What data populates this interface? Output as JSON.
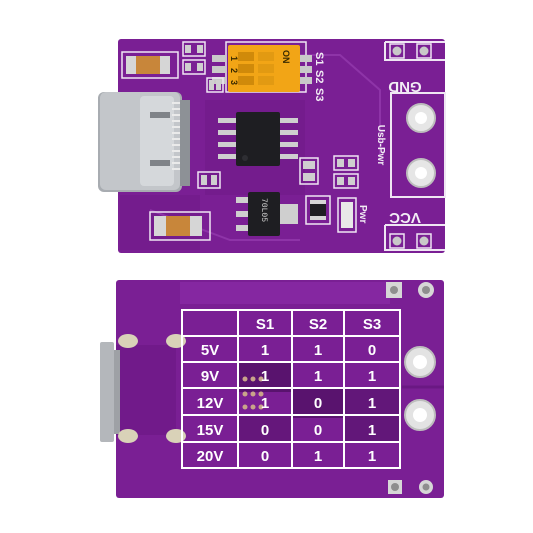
{
  "top_board": {
    "switch_labels": [
      "S1",
      "S2",
      "S3"
    ],
    "dip_on": "ON",
    "dip_numbers": [
      "1",
      "2",
      "3"
    ],
    "gnd_label": "GND",
    "vcc_label": "VCC",
    "usb_pwr_label": "Usb-Pwr",
    "led_label": "Pwr",
    "regulator_marking": "70L05"
  },
  "bottom_board": {
    "table": {
      "headers": [
        "",
        "S1",
        "S2",
        "S3"
      ],
      "rows": [
        {
          "voltage": "5V",
          "s1": "1",
          "s2": "1",
          "s3": "0"
        },
        {
          "voltage": "9V",
          "s1": "1",
          "s2": "1",
          "s3": "1"
        },
        {
          "voltage": "12V",
          "s1": "1",
          "s2": "0",
          "s3": "1"
        },
        {
          "voltage": "15V",
          "s1": "0",
          "s2": "0",
          "s3": "1"
        },
        {
          "voltage": "20V",
          "s1": "0",
          "s2": "1",
          "s3": "1"
        }
      ]
    }
  },
  "colors": {
    "pcb": "#7a1f94",
    "pcb_dark": "#5e1574",
    "silkscreen": "#f2ecf5",
    "usb_metal": "#b9bcc0",
    "dip_switch": "#f2a516"
  }
}
